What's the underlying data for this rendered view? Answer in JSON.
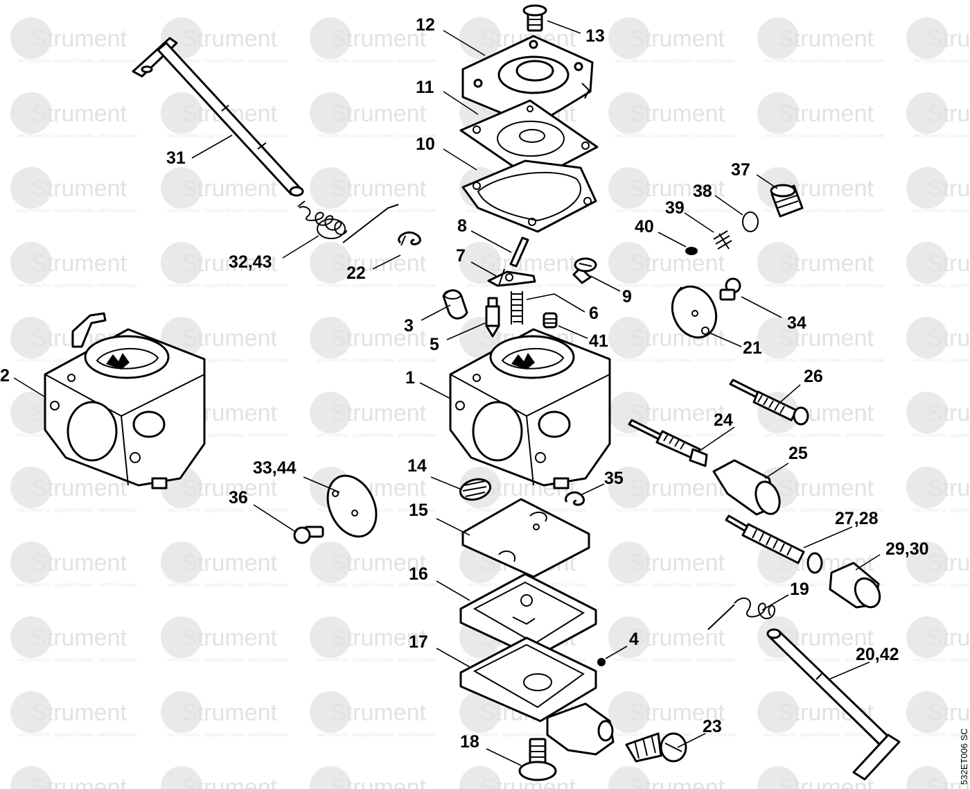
{
  "watermark": {
    "brand": "Strument",
    "tagline": "ИНСТРУМЕНТЫ · САДОВАЯ ТЕХНИКА · ЭЛЕКТРОСТАНЦИИ"
  },
  "drawing_code": "532ET006 SC",
  "callouts": {
    "c1": "1",
    "c2": "2",
    "c3": "3",
    "c4": "4",
    "c5": "5",
    "c6": "6",
    "c7": "7",
    "c8": "8",
    "c9": "9",
    "c10": "10",
    "c11": "11",
    "c12": "12",
    "c13": "13",
    "c14": "14",
    "c15": "15",
    "c16": "16",
    "c17": "17",
    "c18": "18",
    "c19": "19",
    "c20_42": "20,42",
    "c21": "21",
    "c22": "22",
    "c23": "23",
    "c24": "24",
    "c25": "25",
    "c26": "26",
    "c27_28": "27,28",
    "c29_30": "29,30",
    "c31": "31",
    "c32_43": "32,43",
    "c33_44": "33,44",
    "c34": "34",
    "c35": "35",
    "c36": "36",
    "c37": "37",
    "c38": "38",
    "c39": "39",
    "c40": "40",
    "c41": "41"
  }
}
